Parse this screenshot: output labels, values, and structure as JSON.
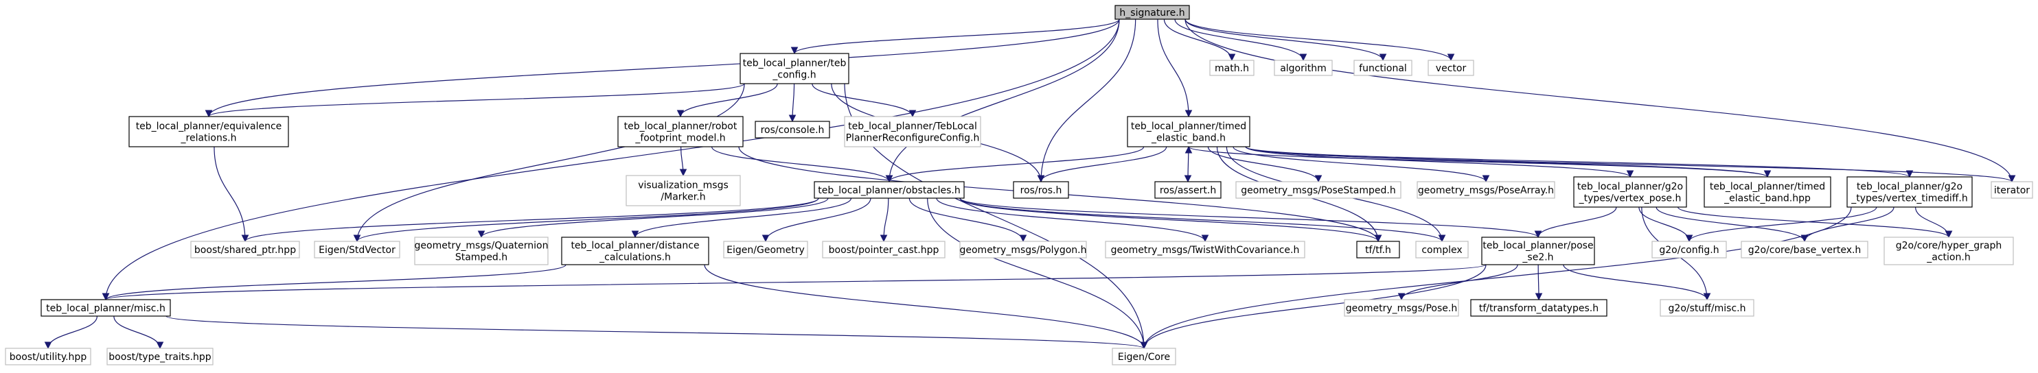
{
  "colors": {
    "edge": "#191970",
    "root_fill": "#bfbfbf",
    "node_stroke_local": "#000000",
    "node_stroke_external": "#bfbfbf",
    "text": "#000000"
  },
  "nodes": {
    "h_signature": {
      "lines": [
        "h_signature.h"
      ],
      "kind": "root"
    },
    "teb_config": {
      "lines": [
        "teb_local_planner/teb",
        "_config.h"
      ],
      "kind": "local"
    },
    "math": {
      "lines": [
        "math.h"
      ],
      "kind": "external"
    },
    "algorithm": {
      "lines": [
        "algorithm"
      ],
      "kind": "external"
    },
    "functional": {
      "lines": [
        "functional"
      ],
      "kind": "external"
    },
    "vector": {
      "lines": [
        "vector"
      ],
      "kind": "external"
    },
    "equivalence": {
      "lines": [
        "teb_local_planner/equivalence",
        "_relations.h"
      ],
      "kind": "local"
    },
    "robot_footprint": {
      "lines": [
        "teb_local_planner/robot",
        "_footprint_model.h"
      ],
      "kind": "local"
    },
    "ros_console": {
      "lines": [
        "ros/console.h"
      ],
      "kind": "local"
    },
    "tebreconf": {
      "lines": [
        "teb_local_planner/TebLocal",
        "PlannerReconfigureConfig.h"
      ],
      "kind": "external"
    },
    "timed_elastic_band": {
      "lines": [
        "teb_local_planner/timed",
        "_elastic_band.h"
      ],
      "kind": "local"
    },
    "vis_marker": {
      "lines": [
        "visualization_msgs",
        "/Marker.h"
      ],
      "kind": "external"
    },
    "obstacles": {
      "lines": [
        "teb_local_planner/obstacles.h"
      ],
      "kind": "local"
    },
    "ros_ros": {
      "lines": [
        "ros/ros.h"
      ],
      "kind": "local"
    },
    "ros_assert": {
      "lines": [
        "ros/assert.h"
      ],
      "kind": "local"
    },
    "posestamped": {
      "lines": [
        "geometry_msgs/PoseStamped.h"
      ],
      "kind": "external"
    },
    "posearray": {
      "lines": [
        "geometry_msgs/PoseArray.h"
      ],
      "kind": "external"
    },
    "vertex_pose": {
      "lines": [
        "teb_local_planner/g2o",
        "_types/vertex_pose.h"
      ],
      "kind": "local"
    },
    "timed_elastic_band_hpp": {
      "lines": [
        "teb_local_planner/timed",
        "_elastic_band.hpp"
      ],
      "kind": "local"
    },
    "vertex_timediff": {
      "lines": [
        "teb_local_planner/g2o",
        "_types/vertex_timediff.h"
      ],
      "kind": "local"
    },
    "iterator": {
      "lines": [
        "iterator"
      ],
      "kind": "external"
    },
    "shared_ptr": {
      "lines": [
        "boost/shared_ptr.hpp"
      ],
      "kind": "external"
    },
    "eigen_stdvector": {
      "lines": [
        "Eigen/StdVector"
      ],
      "kind": "external"
    },
    "quaternion": {
      "lines": [
        "geometry_msgs/Quaternion",
        "Stamped.h"
      ],
      "kind": "external"
    },
    "distance_calc": {
      "lines": [
        "teb_local_planner/distance",
        "_calculations.h"
      ],
      "kind": "local"
    },
    "eigen_geometry": {
      "lines": [
        "Eigen/Geometry"
      ],
      "kind": "external"
    },
    "pointer_cast": {
      "lines": [
        "boost/pointer_cast.hpp"
      ],
      "kind": "external"
    },
    "polygon": {
      "lines": [
        "geometry_msgs/Polygon.h"
      ],
      "kind": "external"
    },
    "twistcov": {
      "lines": [
        "geometry_msgs/TwistWithCovariance.h"
      ],
      "kind": "external"
    },
    "tf_tf": {
      "lines": [
        "tf/tf.h"
      ],
      "kind": "local"
    },
    "complex": {
      "lines": [
        "complex"
      ],
      "kind": "external"
    },
    "pose_se2": {
      "lines": [
        "teb_local_planner/pose",
        "_se2.h"
      ],
      "kind": "local"
    },
    "g2o_config": {
      "lines": [
        "g2o/config.h"
      ],
      "kind": "external"
    },
    "g2o_base_vertex": {
      "lines": [
        "g2o/core/base_vertex.h"
      ],
      "kind": "external"
    },
    "g2o_hyper": {
      "lines": [
        "g2o/core/hyper_graph",
        "_action.h"
      ],
      "kind": "external"
    },
    "misc": {
      "lines": [
        "teb_local_planner/misc.h"
      ],
      "kind": "local"
    },
    "geom_pose": {
      "lines": [
        "geometry_msgs/Pose.h"
      ],
      "kind": "external"
    },
    "tf_transform": {
      "lines": [
        "tf/transform_datatypes.h"
      ],
      "kind": "local"
    },
    "g2o_misc": {
      "lines": [
        "g2o/stuff/misc.h"
      ],
      "kind": "external"
    },
    "boost_utility": {
      "lines": [
        "boost/utility.hpp"
      ],
      "kind": "external"
    },
    "boost_type_traits": {
      "lines": [
        "boost/type_traits.hpp"
      ],
      "kind": "external"
    },
    "eigen_core": {
      "lines": [
        "Eigen/Core"
      ],
      "kind": "external"
    }
  },
  "edges": [
    [
      "h_signature",
      "teb_config"
    ],
    [
      "h_signature",
      "math"
    ],
    [
      "h_signature",
      "algorithm"
    ],
    [
      "h_signature",
      "functional"
    ],
    [
      "h_signature",
      "vector"
    ],
    [
      "h_signature",
      "equivalence"
    ],
    [
      "h_signature",
      "misc"
    ],
    [
      "h_signature",
      "obstacles"
    ],
    [
      "h_signature",
      "ros_ros"
    ],
    [
      "h_signature",
      "timed_elastic_band"
    ],
    [
      "h_signature",
      "iterator"
    ],
    [
      "teb_config",
      "equivalence"
    ],
    [
      "teb_config",
      "robot_footprint"
    ],
    [
      "teb_config",
      "ros_console"
    ],
    [
      "teb_config",
      "tebreconf"
    ],
    [
      "teb_config",
      "ros_ros"
    ],
    [
      "teb_config",
      "eigen_stdvector"
    ],
    [
      "teb_config",
      "eigen_core"
    ],
    [
      "equivalence",
      "shared_ptr"
    ],
    [
      "robot_footprint",
      "vis_marker"
    ],
    [
      "robot_footprint",
      "obstacles"
    ],
    [
      "robot_footprint",
      "tf_tf"
    ],
    [
      "timed_elastic_band",
      "obstacles"
    ],
    [
      "timed_elastic_band",
      "ros_ros"
    ],
    [
      "timed_elastic_band",
      "ros_assert"
    ],
    [
      "timed_elastic_band",
      "posestamped"
    ],
    [
      "timed_elastic_band",
      "posearray"
    ],
    [
      "timed_elastic_band",
      "vertex_pose"
    ],
    [
      "timed_elastic_band",
      "timed_elastic_band_hpp"
    ],
    [
      "timed_elastic_band",
      "vertex_timediff"
    ],
    [
      "timed_elastic_band",
      "iterator"
    ],
    [
      "timed_elastic_band",
      "tf_tf"
    ],
    [
      "timed_elastic_band",
      "complex"
    ],
    [
      "timed_elastic_band_hpp",
      "timed_elastic_band"
    ],
    [
      "obstacles",
      "shared_ptr"
    ],
    [
      "obstacles",
      "eigen_stdvector"
    ],
    [
      "obstacles",
      "quaternion"
    ],
    [
      "obstacles",
      "distance_calc"
    ],
    [
      "obstacles",
      "eigen_geometry"
    ],
    [
      "obstacles",
      "pointer_cast"
    ],
    [
      "obstacles",
      "polygon"
    ],
    [
      "obstacles",
      "twistcov"
    ],
    [
      "obstacles",
      "tf_tf"
    ],
    [
      "obstacles",
      "complex"
    ],
    [
      "obstacles",
      "pose_se2"
    ],
    [
      "obstacles",
      "eigen_core"
    ],
    [
      "distance_calc",
      "misc"
    ],
    [
      "distance_calc",
      "eigen_core"
    ],
    [
      "vertex_pose",
      "pose_se2"
    ],
    [
      "vertex_pose",
      "g2o_config"
    ],
    [
      "vertex_pose",
      "g2o_base_vertex"
    ],
    [
      "vertex_pose",
      "g2o_hyper"
    ],
    [
      "vertex_pose",
      "g2o_misc"
    ],
    [
      "vertex_timediff",
      "g2o_config"
    ],
    [
      "vertex_timediff",
      "g2o_base_vertex"
    ],
    [
      "vertex_timediff",
      "g2o_hyper"
    ],
    [
      "vertex_timediff",
      "eigen_core"
    ],
    [
      "pose_se2",
      "misc"
    ],
    [
      "pose_se2",
      "geom_pose"
    ],
    [
      "pose_se2",
      "tf_transform"
    ],
    [
      "pose_se2",
      "g2o_misc"
    ],
    [
      "pose_se2",
      "eigen_core"
    ],
    [
      "misc",
      "boost_utility"
    ],
    [
      "misc",
      "boost_type_traits"
    ],
    [
      "misc",
      "eigen_core"
    ]
  ]
}
